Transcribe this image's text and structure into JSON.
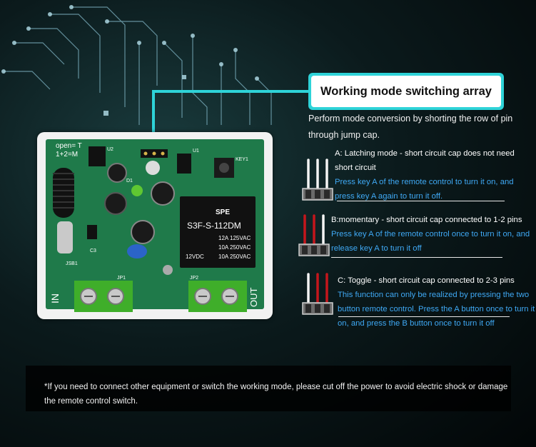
{
  "title": "Working mode switching array",
  "description": "Perform mode conversion by shorting the row of pin through jump cap.",
  "modes": [
    {
      "heading": "A: Latching mode - short circuit cap does not need short circuit",
      "body": "Press key A of the remote control to turn it on, and press key A again to turn it off."
    },
    {
      "heading": "B:momentary - short circuit cap connected to 1-2 pins",
      "body": "Press key A of the remote control once to turn it on, and release key A to turn it off"
    },
    {
      "heading": "C: Toggle - short circuit cap connected to 2-3 pins",
      "body": "This function can only be realized by pressing the two button remote control. Press the A button once to turn it on, and press the B button once to turn it off"
    }
  ],
  "notice": "*If you need to connect other equipment or switch the working mode, please cut off the power to avoid electric shock or damage the remote control switch.",
  "board": {
    "mode_label_1": "open= T",
    "mode_label_2": "1+2=M",
    "relay_brand": "SPE",
    "relay_model": "S3F-S-112DM",
    "relay_rating_1": "12A 125VAC",
    "relay_rating_2": "10A 250VAC",
    "relay_rating_3": "10A 250VAC",
    "relay_coil": "12VDC",
    "terminal_in": "IN",
    "terminal_out": "OUT",
    "label_jp1": "JP1",
    "label_jp2": "JP2",
    "label_key1": "KEY1",
    "label_jsb1": "JSB1",
    "label_u2": "U2",
    "label_d1": "D1",
    "label_u1": "U1",
    "label_c3": "C3"
  },
  "colors": {
    "accent": "#2ed3d8",
    "body_text": "#3fa9f5",
    "pcb": "#1f7a4a",
    "terminal": "#3fae2a",
    "pin_white": "#f4f4f4",
    "pin_red": "#c4161c"
  }
}
